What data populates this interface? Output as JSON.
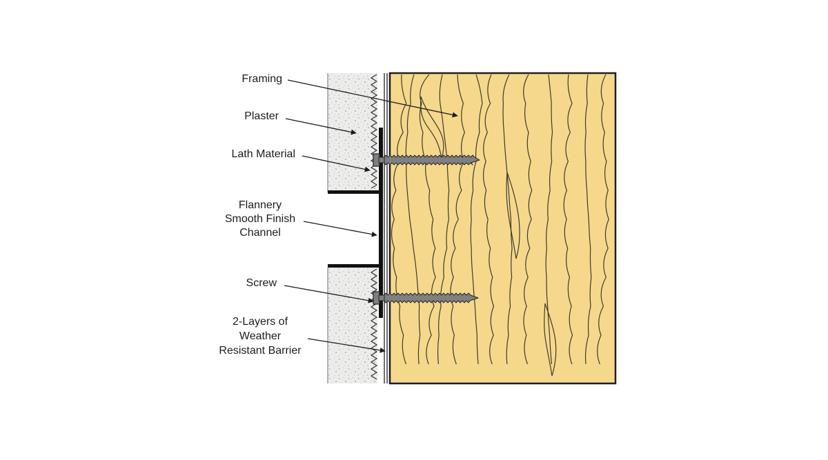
{
  "labels": {
    "framing": "Framing",
    "plaster": "Plaster",
    "lath_material": "Lath Material",
    "channel": [
      "Flannery",
      "Smooth Finish",
      "Channel"
    ],
    "screw": "Screw",
    "barrier": [
      "2-Layers of",
      "Weather",
      "Resistant Barrier"
    ]
  },
  "colors": {
    "wood": "#f6d88c",
    "wood_grain": "#3a3a2e",
    "plaster": "#ececea",
    "outline": "#1f1f1f",
    "screw": "#808080"
  }
}
